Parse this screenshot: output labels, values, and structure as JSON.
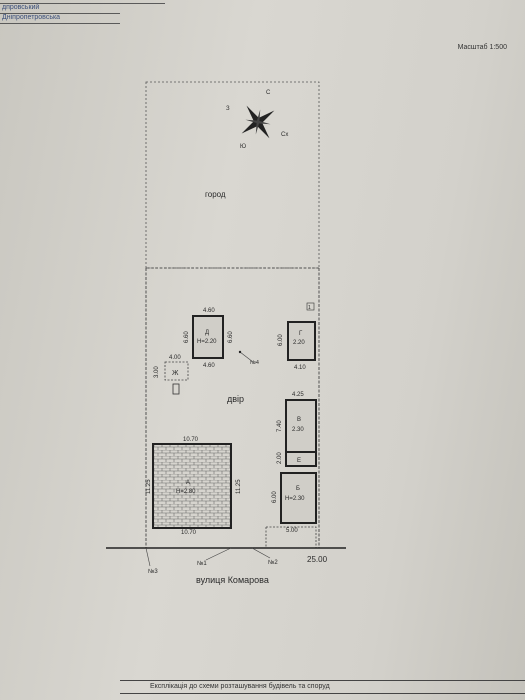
{
  "header": {
    "line1": "дпровський",
    "line2": "Дніпропетровська"
  },
  "scale_label": "Масштаб 1:500",
  "compass_labels": {
    "n": "С",
    "s": "Ю",
    "e": "Сх",
    "w": "З"
  },
  "zones": {
    "garden": "город",
    "yard": "двір"
  },
  "buildings": {
    "a": {
      "letter": "А",
      "height": "Н=2.80",
      "top": "10.70",
      "bottom": "10.70",
      "left": "11.25",
      "right": "11.25"
    },
    "b": {
      "letter": "Б",
      "height": "Н=2.30",
      "side": "6.00",
      "bottom": "5.00"
    },
    "v": {
      "letter": "В",
      "height": "2.30",
      "side": "7.40",
      "top": "4.25"
    },
    "e": {
      "letter": "Е",
      "side": "2.00"
    },
    "g": {
      "letter": "Г",
      "height": "2.20",
      "side": "6.00",
      "bottom": "4.10"
    },
    "d": {
      "letter": "Д",
      "height": "Н=2.20",
      "top": "4.60",
      "bottom": "4.60",
      "left": "6.60",
      "right": "6.60"
    },
    "zh": {
      "letter": "Ж",
      "top": "4.00",
      "side": "3.00"
    }
  },
  "markers": {
    "n1": "№1",
    "n2": "№2",
    "n3": "№3",
    "n4": "№4",
    "corner": "1"
  },
  "frontage": "25.00",
  "street": "вулиця Комарова",
  "footer": "Експлікація до схеми розташування будівель та споруд"
}
